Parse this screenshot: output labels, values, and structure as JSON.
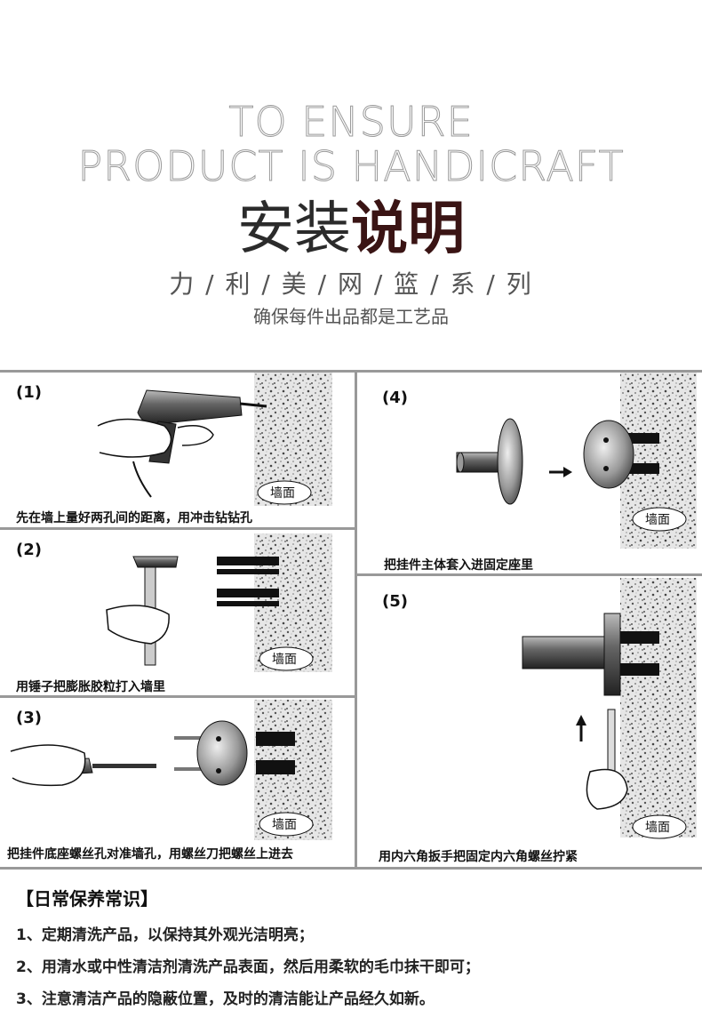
{
  "header": {
    "en_line1": "TO ENSURE",
    "en_line2": "PRODUCT IS HANDICRAFT",
    "title_light": "安装",
    "title_bold": "说明",
    "series": "力 / 利 / 美 / 网 / 篮 / 系 / 列",
    "tagline": "确保每件出品都是工艺品"
  },
  "steps": [
    {
      "num": "(1)",
      "caption": "先在墙上量好两孔间的距离，用冲击钻钻孔",
      "wall_label": "墙面"
    },
    {
      "num": "(2)",
      "caption": "用锤子把膨胀胶粒打入墙里",
      "wall_label": "墙面"
    },
    {
      "num": "(3)",
      "caption": "把挂件底座螺丝孔对准墙孔，用螺丝刀把螺丝上进去",
      "wall_label": "墙面"
    },
    {
      "num": "(4)",
      "caption": "把挂件主体套入进固定座里",
      "wall_label": "墙面"
    },
    {
      "num": "(5)",
      "caption": "用内六角扳手把固定内六角螺丝拧紧",
      "wall_label": "墙面"
    }
  ],
  "care": {
    "title": "【日常保养常识】",
    "items": [
      "1、定期清洗产品，以保持其外观光洁明亮；",
      "2、用清水或中性清洁剂清洗产品表面，然后用柔软的毛巾抹干即可；",
      "3、注意清洁产品的隐蔽位置，及时的清洁能让产品经久如新。"
    ]
  }
}
